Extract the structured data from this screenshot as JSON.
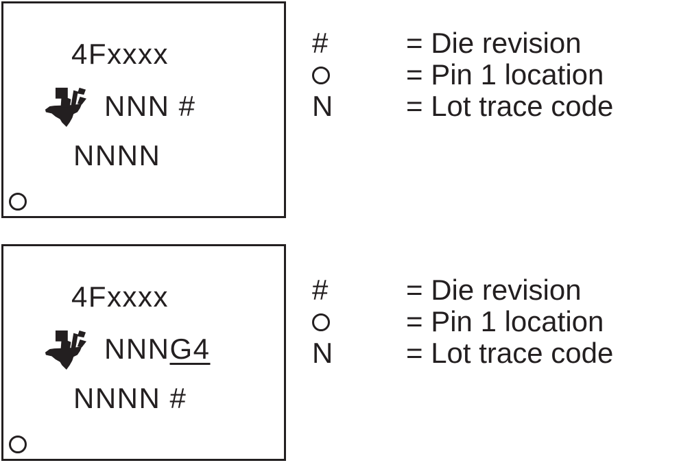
{
  "figure": {
    "description": "Package marking illustration with two package outlines and symbol legends",
    "ink_color": "#231f20",
    "background_color": "#ffffff",
    "logo": "Texas Instruments map logo"
  },
  "panels": [
    {
      "marking_line1": "4Fxxxx",
      "marking_line2": "NNN #",
      "marking_line2_underlined": "",
      "marking_line3": "NNNN",
      "pin1_marker": "circle",
      "legend": [
        {
          "symbol": "#",
          "definition": "= Die revision"
        },
        {
          "symbol": "○",
          "definition": "= Pin 1 location"
        },
        {
          "symbol": "N",
          "definition": "= Lot trace code"
        }
      ]
    },
    {
      "marking_line1": "4Fxxxx",
      "marking_line2": "NNN",
      "marking_line2_underlined": "G4",
      "marking_line3": "NNNN #",
      "pin1_marker": "circle",
      "legend": [
        {
          "symbol": "#",
          "definition": "= Die revision"
        },
        {
          "symbol": "○",
          "definition": "= Pin 1 location"
        },
        {
          "symbol": "N",
          "definition": "= Lot trace code"
        }
      ]
    }
  ]
}
